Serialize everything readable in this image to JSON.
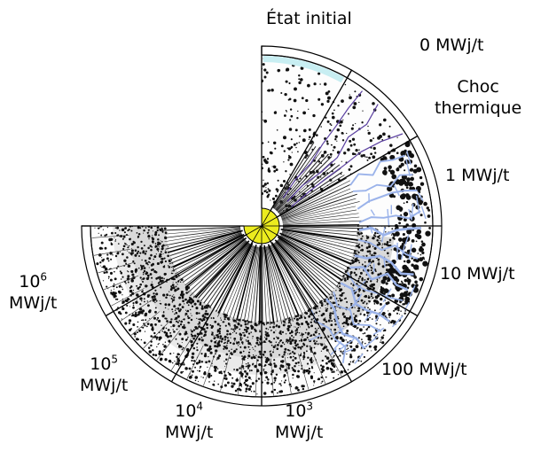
{
  "title": "État initial",
  "colors": {
    "background": "#ffffff",
    "outline": "#000000",
    "cladding_gap": "#c8eef2",
    "central_hole": "#ecec1e",
    "cracks": "#9bb3ea",
    "cracks_dark": "#5a3fa0",
    "porosity": "#111111"
  },
  "labels": {
    "sector0": {
      "value": "0",
      "unit": "MWj/t"
    },
    "shock": {
      "line1": "Choc",
      "line2": "thermique"
    },
    "sector1": {
      "value": "1",
      "unit": "MWj/t"
    },
    "sector10": {
      "value": "10",
      "unit": "MWj/t"
    },
    "sector100": {
      "value": "100",
      "unit": "MWj/t"
    },
    "sector1e3": {
      "base": "10",
      "exp": "3",
      "unit": "MWj/t"
    },
    "sector1e4": {
      "base": "10",
      "exp": "4",
      "unit": "MWj/t"
    },
    "sector1e5": {
      "base": "10",
      "exp": "5",
      "unit": "MWj/t"
    },
    "sector1e6": {
      "base": "10",
      "exp": "6",
      "unit": "MWj/t"
    }
  }
}
